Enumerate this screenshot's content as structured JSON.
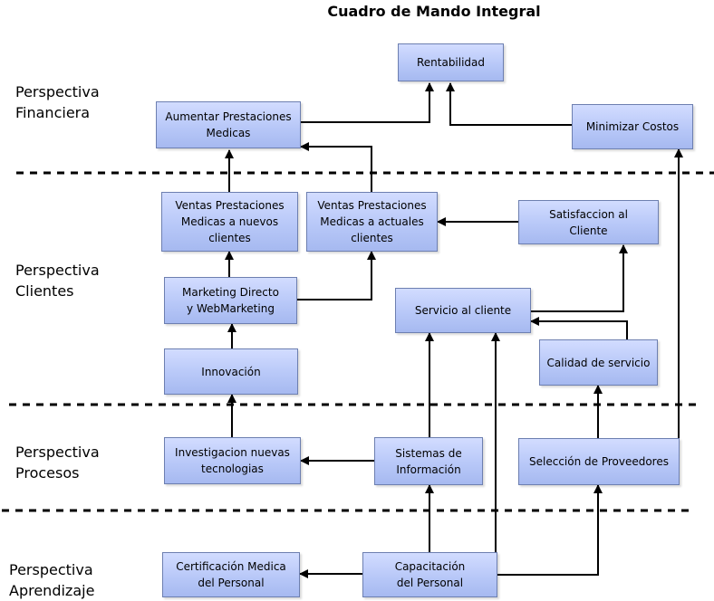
{
  "title": "Cuadro de Mando Integral",
  "perspectives": {
    "financiera": "Perspectiva\nFinanciera",
    "clientes": "Perspectiva\nClientes",
    "procesos": "Perspectiva\nProcesos",
    "aprendizaje": "Perspectiva\nAprendizaje"
  },
  "nodes": {
    "rentabilidad": "Rentabilidad",
    "aumentar": "Aumentar Prestaciones\nMedicas",
    "minimizar": "Minimizar Costos",
    "ventas_nuevos": "Ventas Prestaciones\nMedicas a nuevos\nclientes",
    "ventas_actuales": "Ventas Prestaciones\nMedicas a actuales\nclientes",
    "satisfaccion": "Satisfaccion al\nCliente",
    "marketing": "Marketing Directo\ny WebMarketing",
    "servicio": "Servicio al cliente",
    "innovacion": "Innovación",
    "calidad": "Calidad de servicio",
    "investigacion": "Investigacion nuevas\ntecnologias",
    "sistemas": "Sistemas de\nInformación",
    "seleccion": "Selección de Proveedores",
    "certificacion": "Certificación Medica\ndel Personal",
    "capacitacion": "Capacitación\ndel Personal"
  },
  "style": {
    "box_fill": "#b8c8f8",
    "box_border": "#6d7fb0",
    "line_color": "#000000"
  }
}
